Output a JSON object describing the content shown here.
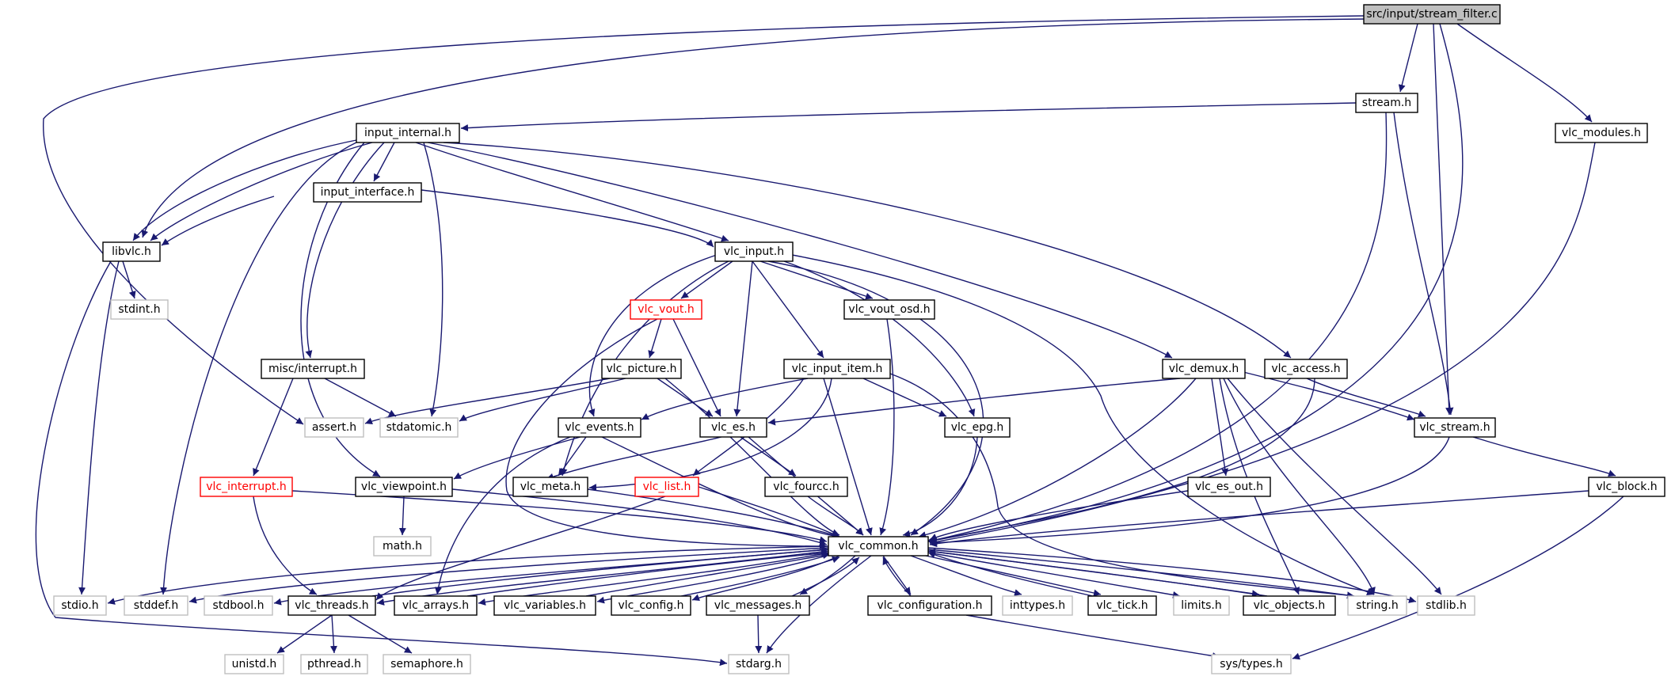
{
  "colors": {
    "edge": "#191970",
    "root_fill": "#bfbfbf",
    "node_border": "#000000",
    "missing_border": "#bfbfbf",
    "missing_text": "#000000",
    "highlight": "#ff0000"
  },
  "nodes": {
    "stream_filter_c": "src/input/stream_filter.c",
    "stream_h": "stream.h",
    "input_internal_h": "input_internal.h",
    "vlc_modules_h": "vlc_modules.h",
    "input_interface_h": "input_interface.h",
    "libvlc_h": "libvlc.h",
    "vlc_input_h": "vlc_input.h",
    "stdint_h": "stdint.h",
    "vlc_vout_h": "vlc_vout.h",
    "vlc_vout_osd_h": "vlc_vout_osd.h",
    "misc_interrupt_h": "misc/interrupt.h",
    "vlc_picture_h": "vlc_picture.h",
    "vlc_input_item_h": "vlc_input_item.h",
    "vlc_demux_h": "vlc_demux.h",
    "vlc_access_h": "vlc_access.h",
    "assert_h": "assert.h",
    "stdatomic_h": "stdatomic.h",
    "vlc_events_h": "vlc_events.h",
    "vlc_es_h": "vlc_es.h",
    "vlc_epg_h": "vlc_epg.h",
    "vlc_stream_h": "vlc_stream.h",
    "vlc_interrupt_h": "vlc_interrupt.h",
    "vlc_viewpoint_h": "vlc_viewpoint.h",
    "vlc_meta_h": "vlc_meta.h",
    "vlc_list_h": "vlc_list.h",
    "vlc_fourcc_h": "vlc_fourcc.h",
    "vlc_es_out_h": "vlc_es_out.h",
    "vlc_block_h": "vlc_block.h",
    "math_h": "math.h",
    "vlc_common_h": "vlc_common.h",
    "stdio_h": "stdio.h",
    "stddef_h": "stddef.h",
    "stdbool_h": "stdbool.h",
    "vlc_threads_h": "vlc_threads.h",
    "vlc_arrays_h": "vlc_arrays.h",
    "vlc_variables_h": "vlc_variables.h",
    "vlc_config_h": "vlc_config.h",
    "vlc_messages_h": "vlc_messages.h",
    "vlc_configuration_h": "vlc_configuration.h",
    "inttypes_h": "inttypes.h",
    "vlc_tick_h": "vlc_tick.h",
    "limits_h": "limits.h",
    "vlc_objects_h": "vlc_objects.h",
    "string_h": "string.h",
    "stdlib_h": "stdlib.h",
    "unistd_h": "unistd.h",
    "pthread_h": "pthread.h",
    "semaphore_h": "semaphore.h",
    "stdarg_h": "stdarg.h",
    "sys_types_h": "sys/types.h"
  }
}
